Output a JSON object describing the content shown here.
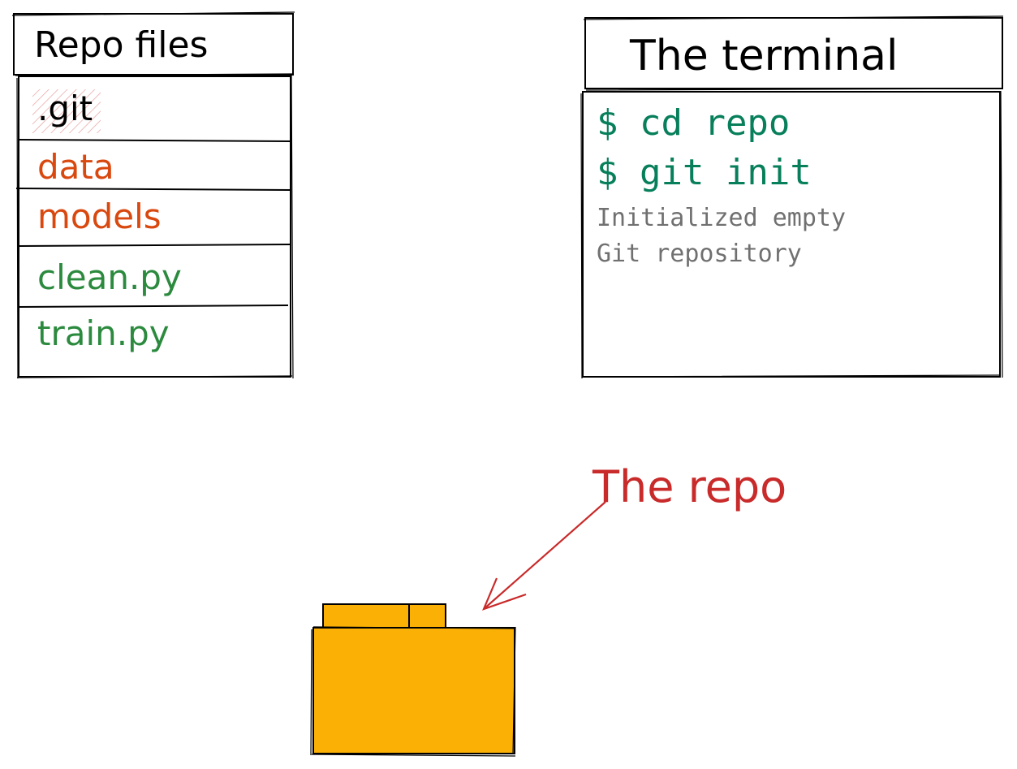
{
  "repo_files": {
    "title": "Repo files",
    "items": [
      {
        "label": ".git",
        "color": "#000000",
        "hatched": true
      },
      {
        "label": "data",
        "color": "#d9480f",
        "hatched": false
      },
      {
        "label": "models",
        "color": "#d9480f",
        "hatched": false
      },
      {
        "label": "clean.py",
        "color": "#2b8a3e",
        "hatched": false
      },
      {
        "label": "train.py",
        "color": "#2b8a3e",
        "hatched": false
      }
    ]
  },
  "terminal": {
    "title": "The terminal",
    "commands": [
      "$ cd repo",
      "$ git init"
    ],
    "output": [
      "Initialized empty",
      "Git repository"
    ],
    "command_color": "#087f5b",
    "output_color": "#707070"
  },
  "annotation": {
    "label": "The repo",
    "color": "#c92a2a"
  },
  "folder": {
    "icon": "folder-icon",
    "color": "#fab005"
  }
}
